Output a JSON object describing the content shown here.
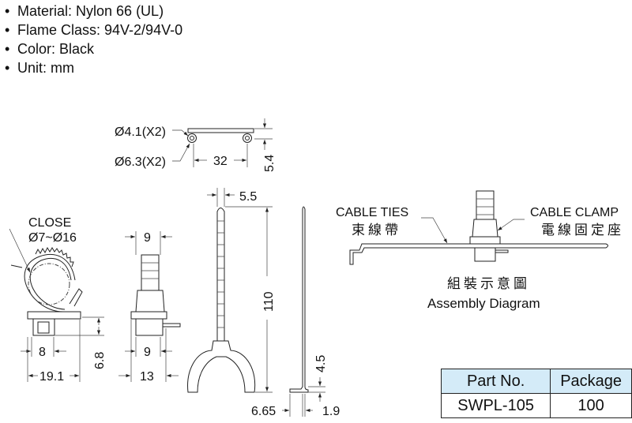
{
  "specs": [
    {
      "bullet": "•",
      "text": "Material: Nylon 66 (UL)"
    },
    {
      "bullet": "•",
      "text": "Flame Class: 94V-2/94V-0"
    },
    {
      "bullet": "•",
      "text": "Color: Black"
    },
    {
      "bullet": "•",
      "text": "Unit: mm"
    }
  ],
  "dims": {
    "hole_small": "Ø4.1(X2)",
    "hole_large": "Ø6.3(X2)",
    "pitch": "32",
    "height_top": "5.4",
    "close_label": "CLOSE",
    "close_range": "Ø7~Ø16",
    "clamp_w8": "8",
    "clamp_w191": "19.1",
    "clamp_h68": "6.8",
    "side_top9": "9",
    "side_bot9": "9",
    "side_13": "13",
    "tie_w": "5.5",
    "tie_len": "110",
    "tie_45": "4.5",
    "tie_665": "6.65",
    "tie_19": "1.9"
  },
  "assembly": {
    "cable_ties_en": "CABLE TIES",
    "cable_ties_zh": "束線帶",
    "cable_clamp_en": "CABLE CLAMP",
    "cable_clamp_zh": "電線固定座",
    "title_zh": "組裝示意圖",
    "title_en": "Assembly Diagram"
  },
  "table": {
    "headers": [
      "Part No.",
      "Package"
    ],
    "rows": [
      [
        "SWPL-105",
        "100"
      ]
    ],
    "header_bg": "#d4ebf8"
  }
}
